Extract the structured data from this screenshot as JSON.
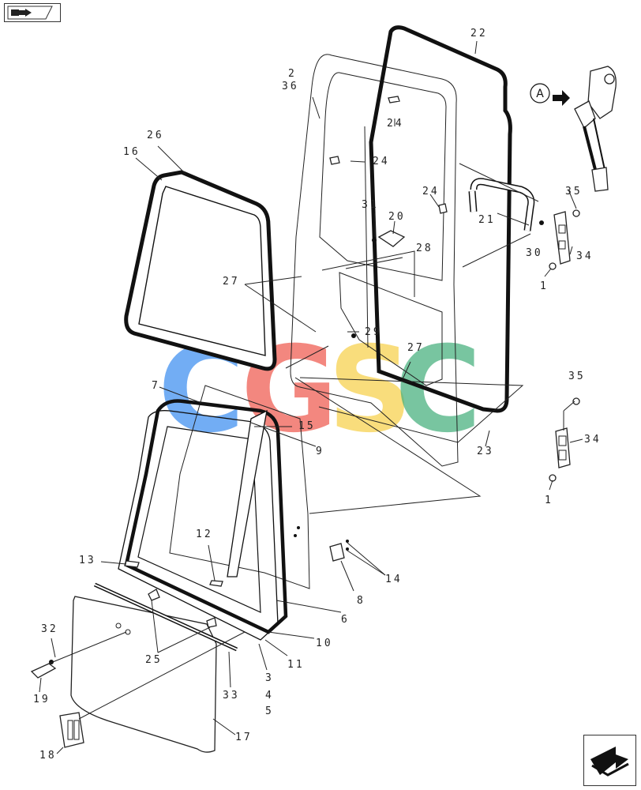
{
  "diagram": {
    "callout_letter": "A",
    "watermark": [
      {
        "letter": "C",
        "color": "#3d8ef0"
      },
      {
        "letter": "G",
        "color": "#ef5a4e"
      },
      {
        "letter": "S",
        "color": "#f7d04a"
      },
      {
        "letter": "C",
        "color": "#45b07c"
      }
    ],
    "labels": {
      "p1a": "1",
      "p1b": "1",
      "p2": "2",
      "p3": "3",
      "p4": "4",
      "p5": "5",
      "p6": "6",
      "p7": "7",
      "p8": "8",
      "p9": "9",
      "p10": "10",
      "p11": "11",
      "p12": "12",
      "p13": "13",
      "p14": "14",
      "p15": "15",
      "p16": "16",
      "p17": "17",
      "p18": "18",
      "p19": "19",
      "p20": "20",
      "p21": "21",
      "p22": "22",
      "p23": "23",
      "p24a": "24",
      "p24b": "24",
      "p24c": "24",
      "p25": "25",
      "p26": "26",
      "p27a": "27",
      "p27b": "27",
      "p28": "28",
      "p29": "29",
      "p30": "30",
      "p31": "31",
      "p32": "32",
      "p33": "33",
      "p34a": "34",
      "p34b": "34",
      "p35a": "35",
      "p35b": "35",
      "p36": "36"
    }
  },
  "colors": {
    "line": "#222222",
    "background": "#ffffff"
  }
}
